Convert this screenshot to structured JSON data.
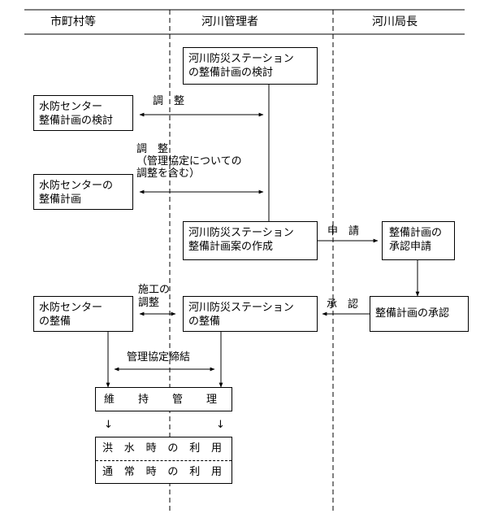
{
  "columns": {
    "municipality": "市町村等",
    "river_admin": "河川管理者",
    "bureau_chief": "河川局長"
  },
  "boxes": {
    "station_plan_review": "河川防災ステーション\nの整備計画の検討",
    "center_plan_review": "水防センター\n整備計画の検討",
    "center_plan": "水防センターの\n整備計画",
    "station_plan_draft": "河川防災ステーション\n整備計画案の作成",
    "approval_request": "整備計画の\n承認申請",
    "plan_approval": "整備計画の承認",
    "center_build": "水防センター\nの整備",
    "station_build": "河川防災ステーション\nの整備",
    "maintenance": [
      "維",
      "持",
      "管",
      "理"
    ],
    "flood_use": [
      "洪",
      "水",
      "時",
      "の",
      "利",
      "用"
    ],
    "normal_use": [
      "通",
      "常",
      "時",
      "の",
      "利",
      "用"
    ]
  },
  "labels": {
    "coordination_1": "調　整",
    "coordination_2": "調　整\n（管理協定についての\n調整を含む）",
    "application": "申　請",
    "construction_coordination": "施工の\n調整",
    "approval": "承　認",
    "agreement": "管理協定締結"
  },
  "arrows": {
    "down": "↓"
  }
}
